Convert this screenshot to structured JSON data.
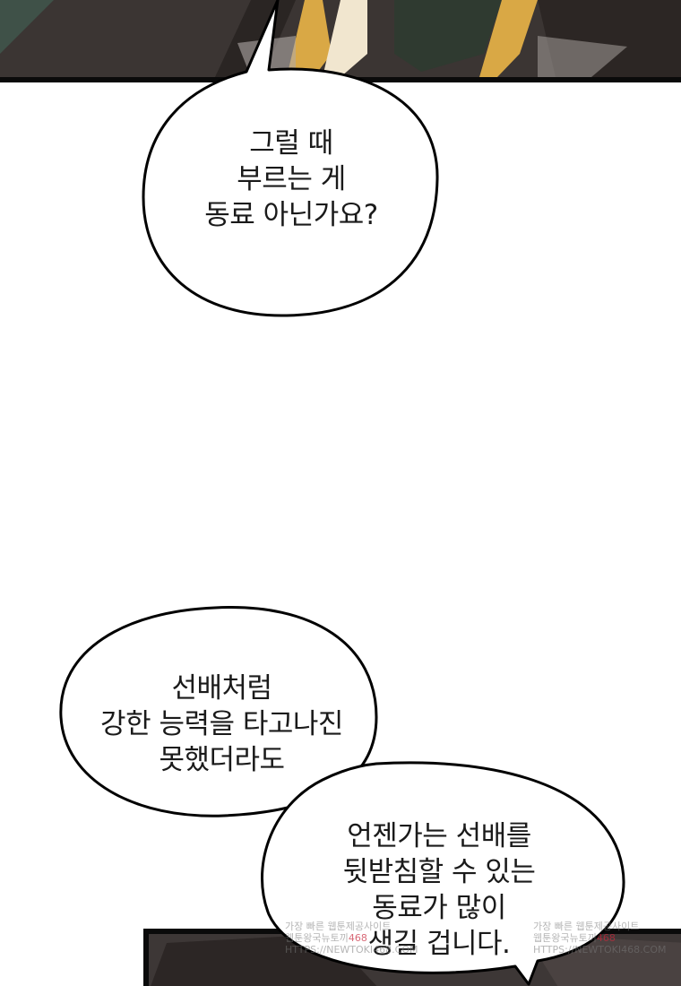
{
  "bubbles": [
    {
      "lines": [
        "그럴 때",
        "부르는 게",
        "동료 아닌가요?"
      ]
    },
    {
      "lines": [
        "선배처럼",
        "강한 능력을 타고나진",
        "못했더라도"
      ]
    },
    {
      "lines": [
        "언젠가는 선배를",
        "뒷받침할 수 있는",
        "동료가 많이",
        "생길 겁니다."
      ]
    }
  ],
  "watermark": {
    "line1": "가장 빠른 웹툰제공사이트",
    "line2": "웹툰왕국뉴토끼",
    "number": "468",
    "url": "HTTPS://NEWTOKI468.COM"
  },
  "colors": {
    "panel_dark": "#3a3432",
    "frame_line": "#0a0a0a",
    "bubble_fill": "#ffffff",
    "bubble_outline": "#000000",
    "accent_gold": "#d9a845"
  }
}
